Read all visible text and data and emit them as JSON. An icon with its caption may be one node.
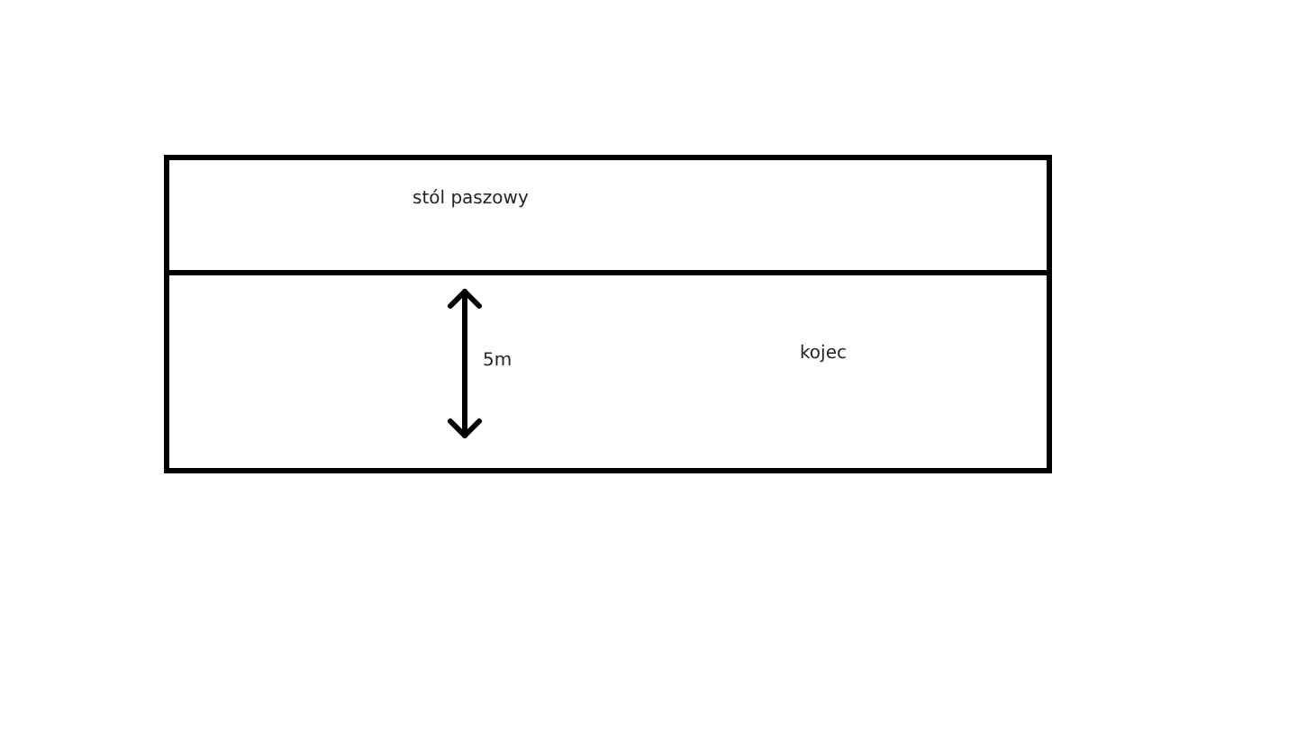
{
  "diagram": {
    "nodes": [
      {
        "text": [
          "stól paszowy"
        ]
      },
      {
        "text": [
          "kojec"
        ]
      }
    ],
    "labels": [
      "5m"
    ]
  }
}
